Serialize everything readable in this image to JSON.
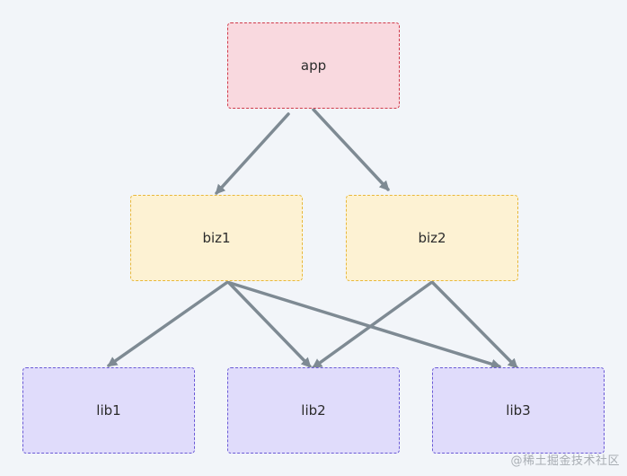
{
  "nodes": {
    "app": {
      "label": "app"
    },
    "biz1": {
      "label": "biz1"
    },
    "biz2": {
      "label": "biz2"
    },
    "lib1": {
      "label": "lib1"
    },
    "lib2": {
      "label": "lib2"
    },
    "lib3": {
      "label": "lib3"
    }
  },
  "edges": [
    {
      "from": "app",
      "to": "biz1"
    },
    {
      "from": "app",
      "to": "biz2"
    },
    {
      "from": "biz1",
      "to": "lib1"
    },
    {
      "from": "biz1",
      "to": "lib2"
    },
    {
      "from": "biz1",
      "to": "lib3"
    },
    {
      "from": "biz2",
      "to": "lib2"
    },
    {
      "from": "biz2",
      "to": "lib3"
    }
  ],
  "colors": {
    "background": "#f2f5f9",
    "app_fill": "#f9d9df",
    "app_border": "#d03a4a",
    "biz_fill": "#fdf2d3",
    "biz_border": "#e8b83b",
    "lib_fill": "#e0dcfb",
    "lib_border": "#6a5ad6",
    "edge": "#7e8a93"
  },
  "watermark": "@稀土掘金技术社区"
}
